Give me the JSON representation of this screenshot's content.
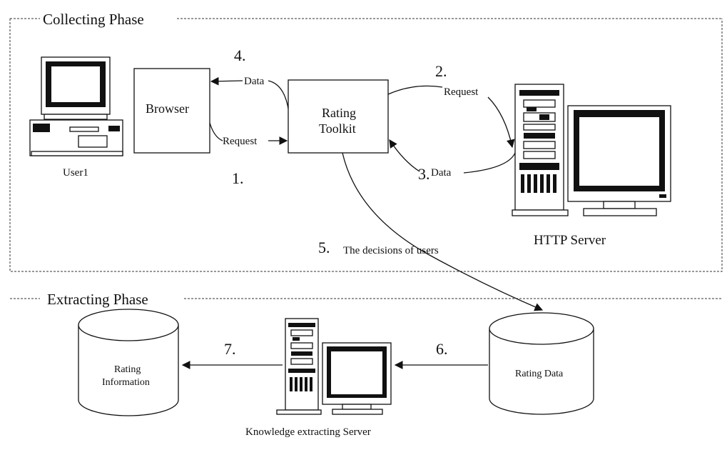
{
  "phases": {
    "collecting": "Collecting Phase",
    "extracting": "Extracting Phase"
  },
  "nodes": {
    "user": "User1",
    "browser": "Browser",
    "rating_toolkit_line1": "Rating",
    "rating_toolkit_line2": "Toolkit",
    "http_server": "HTTP Server",
    "knowledge_server": "Knowledge extracting Server",
    "rating_data": "Rating Data",
    "rating_info_line1": "Rating",
    "rating_info_line2": "Information"
  },
  "edges": {
    "step1_num": "1.",
    "step1_label": "Request",
    "step2_num": "2.",
    "step2_label": "Request",
    "step3_num": "3.",
    "step3_label": "Data",
    "step4_num": "4.",
    "step4_label": "Data",
    "step5_num": "5.",
    "step5_label": "The decisions of users",
    "step6_num": "6.",
    "step7_num": "7."
  },
  "icons": [
    "desktop-computer-icon",
    "server-tower-icon",
    "monitor-icon",
    "database-cylinder-icon"
  ]
}
